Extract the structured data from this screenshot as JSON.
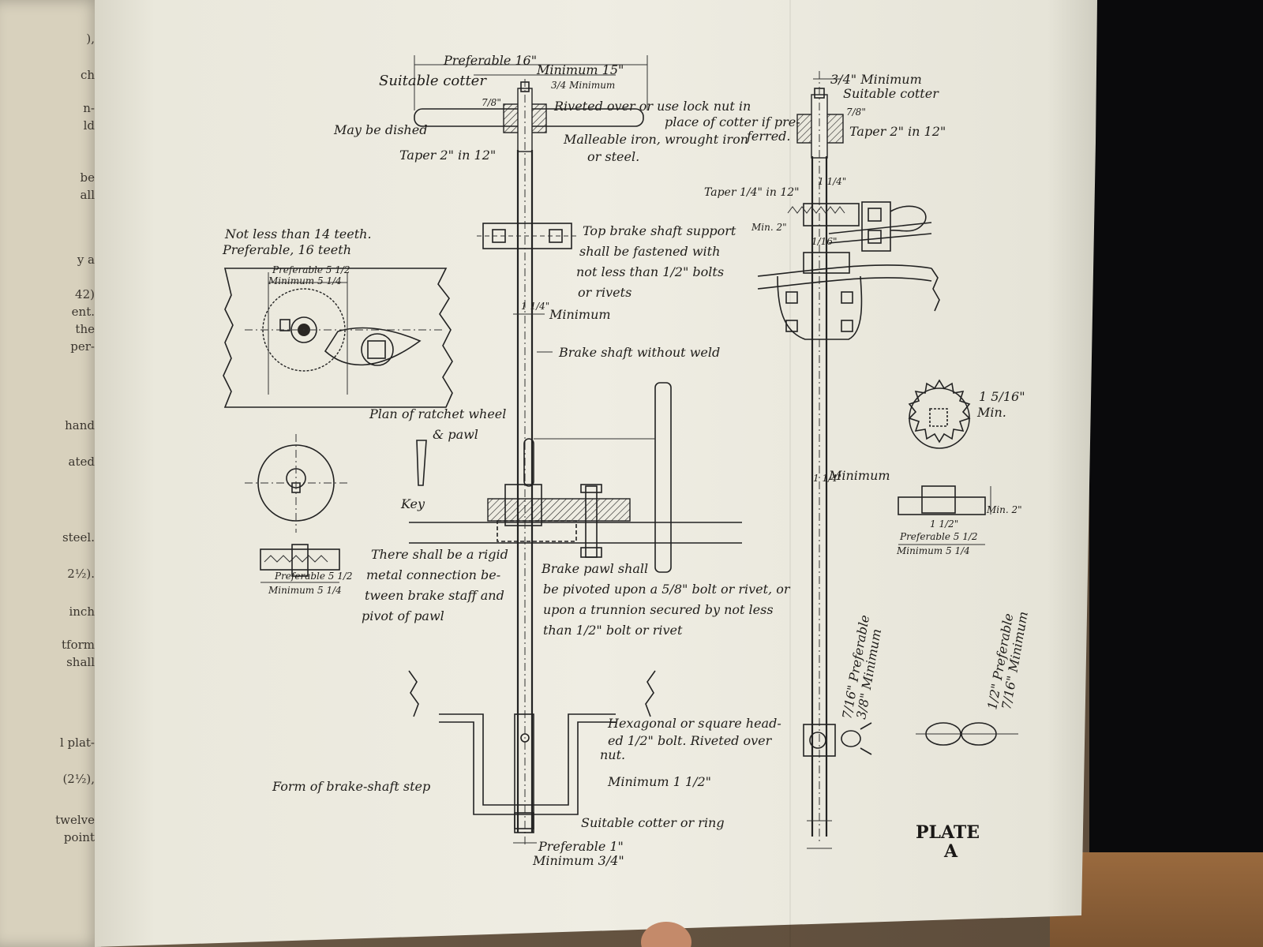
{
  "left_page": {
    "fragments": [
      "),",
      "ch",
      "n-",
      "ld",
      "be",
      "all",
      "y a",
      "42)",
      "ent.",
      "the",
      "per-",
      "hand",
      "ated",
      "steel.",
      "2½).",
      "inch",
      "tform",
      "shall",
      "l plat-",
      "(2½),",
      "twelve",
      "point"
    ]
  },
  "plate": {
    "title_line1": "PLATE",
    "title_line2": "A"
  },
  "brake_wheel": {
    "preferable": "Preferable 16\"",
    "minimum": "Minimum 15\"",
    "suitable_cotter": "Suitable cotter",
    "min_three_quarter": "3/4 Minimum",
    "seven_eighths": "7/8\"",
    "riveted_over": "Riveted over or use lock nut in",
    "place_of_cotter": "place of cotter if pre-",
    "ferred": "ferred.",
    "may_be_dished": "May be dished",
    "malleable_iron": "Malleable iron, wrought iron",
    "or_steel": "or steel.",
    "taper": "Taper 2\" in 12\""
  },
  "shaft_support": {
    "line1": "Top brake shaft support",
    "line2": "shall be fastened with",
    "line3": "not less than 1/2\" bolts",
    "line4": "or rivets",
    "shaft_min": "1 1/4\"",
    "minimum": "Minimum",
    "without_weld": "Brake shaft without weld"
  },
  "ratchet": {
    "teeth_line1": "Not less than 14 teeth.",
    "teeth_line2": "Preferable, 16 teeth",
    "pref": "Preferable 5 1/2",
    "min": "Minimum 5 1/4",
    "plan_line1": "Plan of ratchet wheel",
    "plan_line2": "& pawl",
    "key": "Key",
    "rigid1": "There shall be a rigid",
    "rigid2": "metal connection be-",
    "rigid3": "tween brake staff and",
    "rigid4": "pivot of pawl",
    "pawl1": "Brake pawl shall",
    "pawl2": "be pivoted upon a 5/8\" bolt or rivet, or",
    "pawl3": "upon a trunnion secured by not less",
    "pawl4": "than 1/2\" bolt or rivet"
  },
  "step": {
    "hex1": "Hexagonal or square head-",
    "hex2": "ed 1/2\" bolt. Riveted over",
    "hex3": "nut.",
    "min_one_half": "Minimum 1 1/2\"",
    "form": "Form of brake-shaft step",
    "cotter_ring": "Suitable cotter or ring",
    "pref_one": "Preferable 1\"",
    "min_three_quarter": "Minimum 3/4\""
  },
  "side_view": {
    "min_three_quarter": "3/4\" Minimum",
    "suitable_cotter": "Suitable cotter",
    "seven_eighths": "7/8\"",
    "taper": "Taper 2\" in 12\"",
    "taper_quarter": "Taper 1/4\" in 12\"",
    "shaft_top": "1 1/4\"",
    "min_two": "Min. 2\"",
    "one_sixteenth": "1/16\"",
    "shaft_min": "1 1/4\"",
    "minimum": "Minimum"
  },
  "small_ratchet": {
    "dim": "1 5/16\"",
    "min": "Min.",
    "min_two": "Min. 2\"",
    "one_half": "1 1/2\"",
    "pref": "Preferable 5 1/2",
    "minimum": "Minimum 5 1/4"
  },
  "chains": {
    "left_pref": "7/16\" Preferable",
    "left_min": "3/8\" Minimum",
    "right_pref": "1/2\" Preferable",
    "right_min": "7/16\" Minimum"
  }
}
